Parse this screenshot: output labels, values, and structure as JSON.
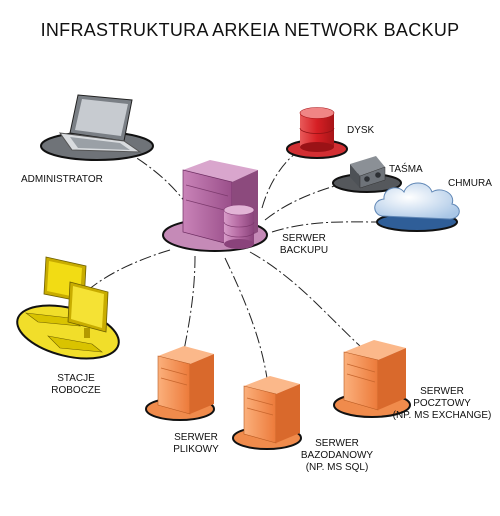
{
  "title": "INFRASTRUKTURA ARKEIA NETWORK BACKUP",
  "nodes": {
    "admin": {
      "label": "ADMINISTRATOR"
    },
    "disk": {
      "label": "DYSK"
    },
    "tape": {
      "label": "TAŚMA"
    },
    "cloud": {
      "label": "CHMURA"
    },
    "backup_server": {
      "line1": "SERWER",
      "line2": "BACKUPU"
    },
    "workstations": {
      "line1": "STACJE",
      "line2": "ROBOCZE"
    },
    "file_server": {
      "line1": "SERWER",
      "line2": "PLIKOWY"
    },
    "db_server": {
      "line1": "SERWER",
      "line2": "BAZODANOWY",
      "line3": "(NP. MS SQL)"
    },
    "mail_server": {
      "line1": "SERWER",
      "line2": "POCZTOWY",
      "line3": "(NP. MS EXCHANGE)"
    }
  },
  "colors": {
    "server_purple": "#b0679f",
    "disk_red": "#d6262a",
    "tape_gray": "#5a5e63",
    "cloud_blue": "#cfe0f2",
    "workstation_yellow": "#f2dc14",
    "server_orange": "#f28a4a"
  }
}
